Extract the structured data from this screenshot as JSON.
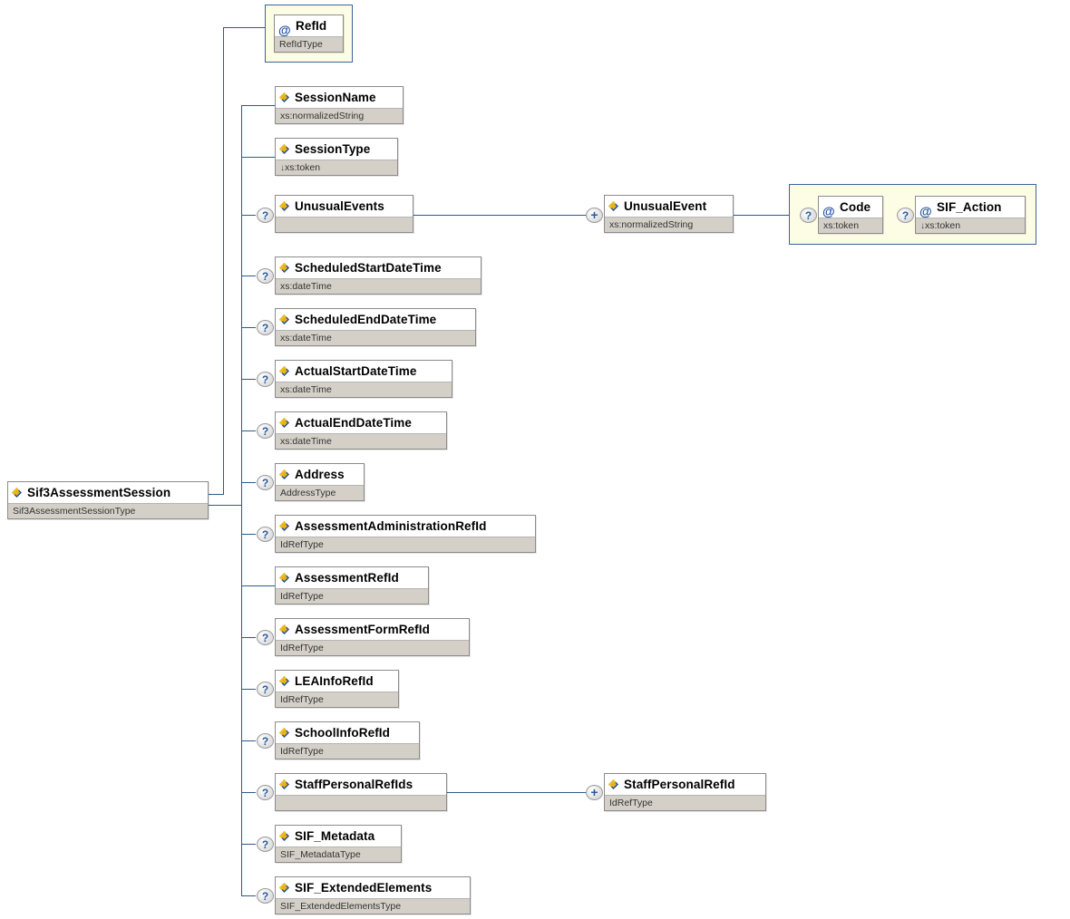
{
  "diagram": {
    "title": "Sif3AssessmentSession",
    "root": {
      "name": "Sif3AssessmentSession",
      "type": "Sif3AssessmentSessionType",
      "icon": "element-icon"
    },
    "colors": {
      "line": "#2f5a8a",
      "type_row_bg": "#d4d0c8",
      "attr_group_bg": "#fdfde6",
      "attr_group_border": "#3a63a0",
      "icon_blue": "#1f4e9c",
      "icon_yellow": "#e8b31c",
      "marker_text": "#2a5b9e"
    },
    "markers": {
      "optional": "?",
      "expand": "+"
    },
    "attribute_nodes": [
      {
        "name": "RefId",
        "type": "RefIdType",
        "icon": "attribute-icon",
        "optional": false,
        "restriction": false
      }
    ],
    "child_nodes": [
      {
        "name": "SessionName",
        "type": "xs:normalizedString",
        "icon": "element-icon",
        "optional": false,
        "restriction": false,
        "expand": false
      },
      {
        "name": "SessionType",
        "type": "xs:token",
        "icon": "element-icon",
        "optional": false,
        "restriction": true,
        "expand": false
      },
      {
        "name": "UnusualEvents",
        "type": "",
        "icon": "element-icon",
        "optional": true,
        "restriction": false,
        "expand": false
      },
      {
        "name": "ScheduledStartDateTime",
        "type": "xs:dateTime",
        "icon": "element-icon",
        "optional": true,
        "restriction": false,
        "expand": false
      },
      {
        "name": "ScheduledEndDateTime",
        "type": "xs:dateTime",
        "icon": "element-icon",
        "optional": true,
        "restriction": false,
        "expand": false
      },
      {
        "name": "ActualStartDateTime",
        "type": "xs:dateTime",
        "icon": "element-icon",
        "optional": true,
        "restriction": false,
        "expand": false
      },
      {
        "name": "ActualEndDateTime",
        "type": "xs:dateTime",
        "icon": "element-icon",
        "optional": true,
        "restriction": false,
        "expand": false
      },
      {
        "name": "Address",
        "type": "AddressType",
        "icon": "element-icon",
        "optional": true,
        "restriction": false,
        "expand": false
      },
      {
        "name": "AssessmentAdministrationRefId",
        "type": "IdRefType",
        "icon": "element-icon",
        "optional": true,
        "restriction": false,
        "expand": false
      },
      {
        "name": "AssessmentRefId",
        "type": "IdRefType",
        "icon": "element-icon",
        "optional": false,
        "restriction": false,
        "expand": false
      },
      {
        "name": "AssessmentFormRefId",
        "type": "IdRefType",
        "icon": "element-icon",
        "optional": true,
        "restriction": false,
        "expand": false
      },
      {
        "name": "LEAInfoRefId",
        "type": "IdRefType",
        "icon": "element-icon",
        "optional": true,
        "restriction": false,
        "expand": false
      },
      {
        "name": "SchoolInfoRefId",
        "type": "IdRefType",
        "icon": "element-icon",
        "optional": true,
        "restriction": false,
        "expand": false
      },
      {
        "name": "StaffPersonalRefIds",
        "type": "",
        "icon": "element-icon",
        "optional": true,
        "restriction": false,
        "expand": false
      },
      {
        "name": "SIF_Metadata",
        "type": "SIF_MetadataType",
        "icon": "element-icon",
        "optional": true,
        "restriction": false,
        "expand": false
      },
      {
        "name": "SIF_ExtendedElements",
        "type": "SIF_ExtendedElementsType",
        "icon": "element-icon",
        "optional": true,
        "restriction": false,
        "expand": false
      }
    ],
    "grandchild_nodes": [
      {
        "name": "UnusualEvent",
        "type": "xs:normalizedString",
        "icon": "element-icon",
        "expand": true
      },
      {
        "name": "StaffPersonalRefId",
        "type": "IdRefType",
        "icon": "element-icon",
        "expand": true
      }
    ],
    "unusual_event_attributes": [
      {
        "name": "Code",
        "type": "xs:token",
        "icon": "attribute-icon",
        "optional": true,
        "restriction": false
      },
      {
        "name": "SIF_Action",
        "type": "xs:token",
        "icon": "attribute-icon",
        "optional": true,
        "restriction": true
      }
    ]
  }
}
